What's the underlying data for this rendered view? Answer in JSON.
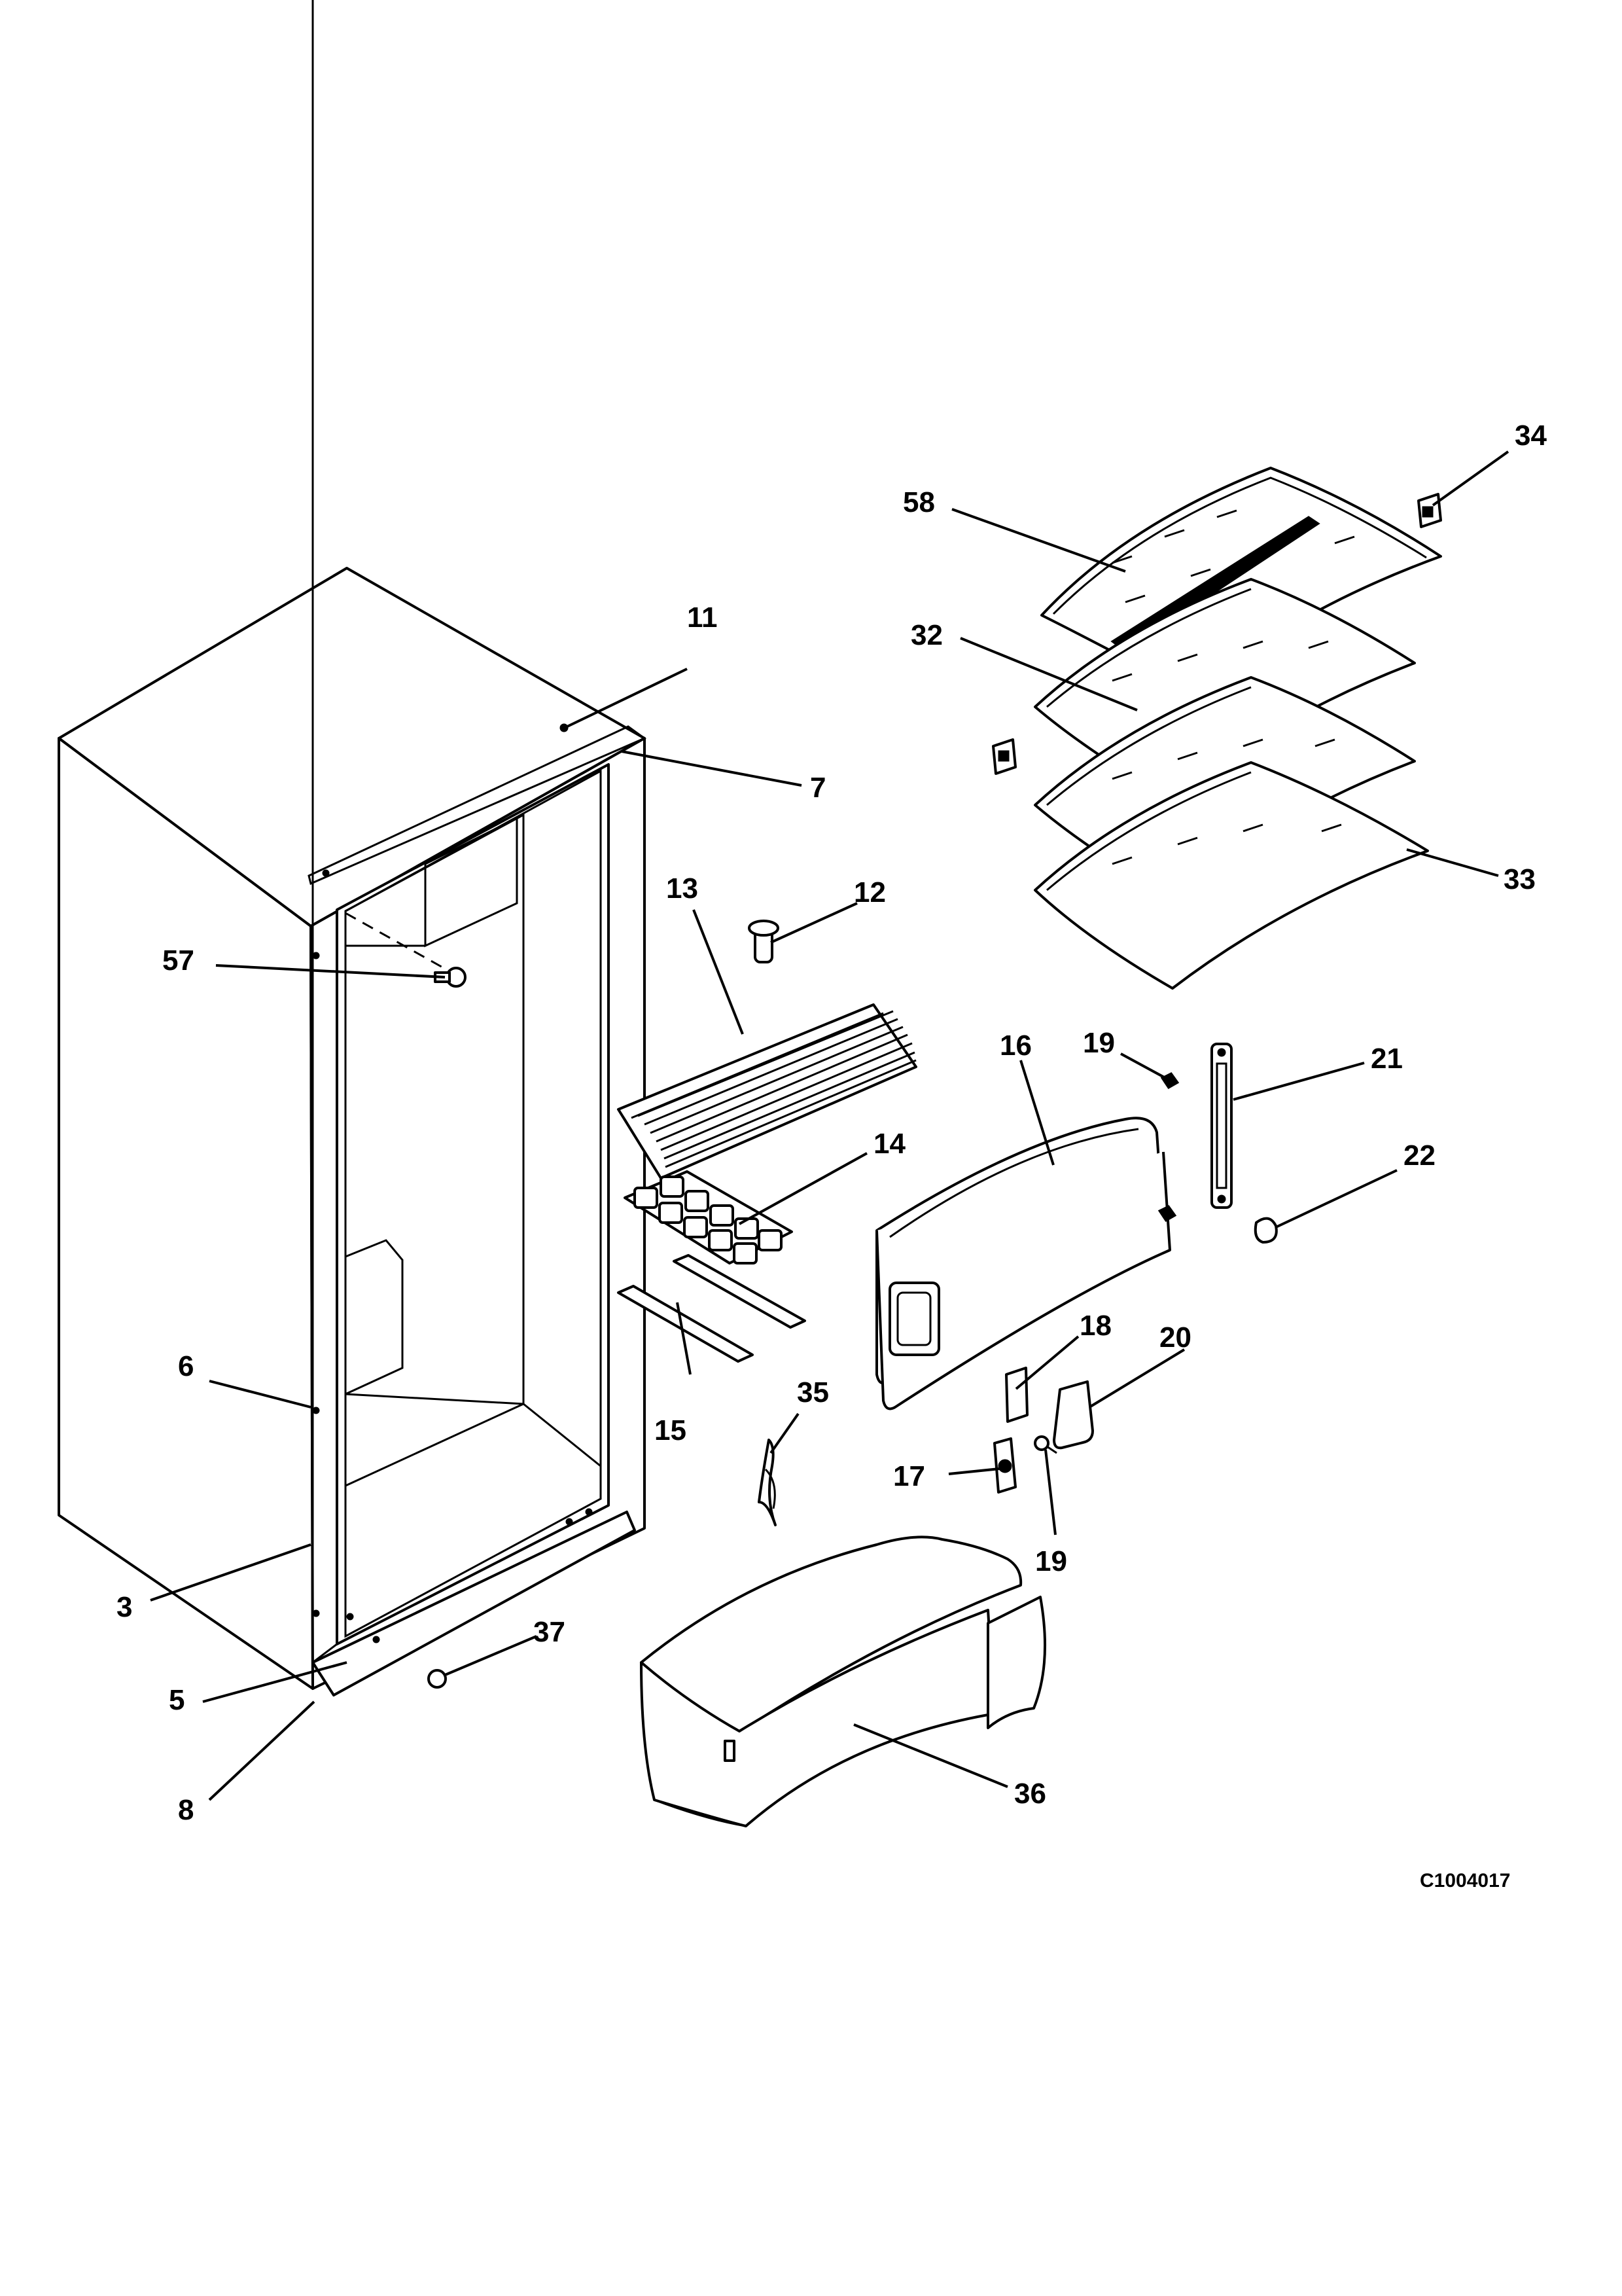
{
  "diagram": {
    "callouts": {
      "c3": "3",
      "c5": "5",
      "c6": "6",
      "c7": "7",
      "c8": "8",
      "c11": "11",
      "c12": "12",
      "c13": "13",
      "c14": "14",
      "c15": "15",
      "c16": "16",
      "c17": "17",
      "c18": "18",
      "c19a": "19",
      "c19b": "19",
      "c20": "20",
      "c21": "21",
      "c22": "22",
      "c32": "32",
      "c33": "33",
      "c34": "34",
      "c35": "35",
      "c36": "36",
      "c37": "37",
      "c57": "57",
      "c58": "58"
    },
    "reference_code": "C1004017"
  }
}
